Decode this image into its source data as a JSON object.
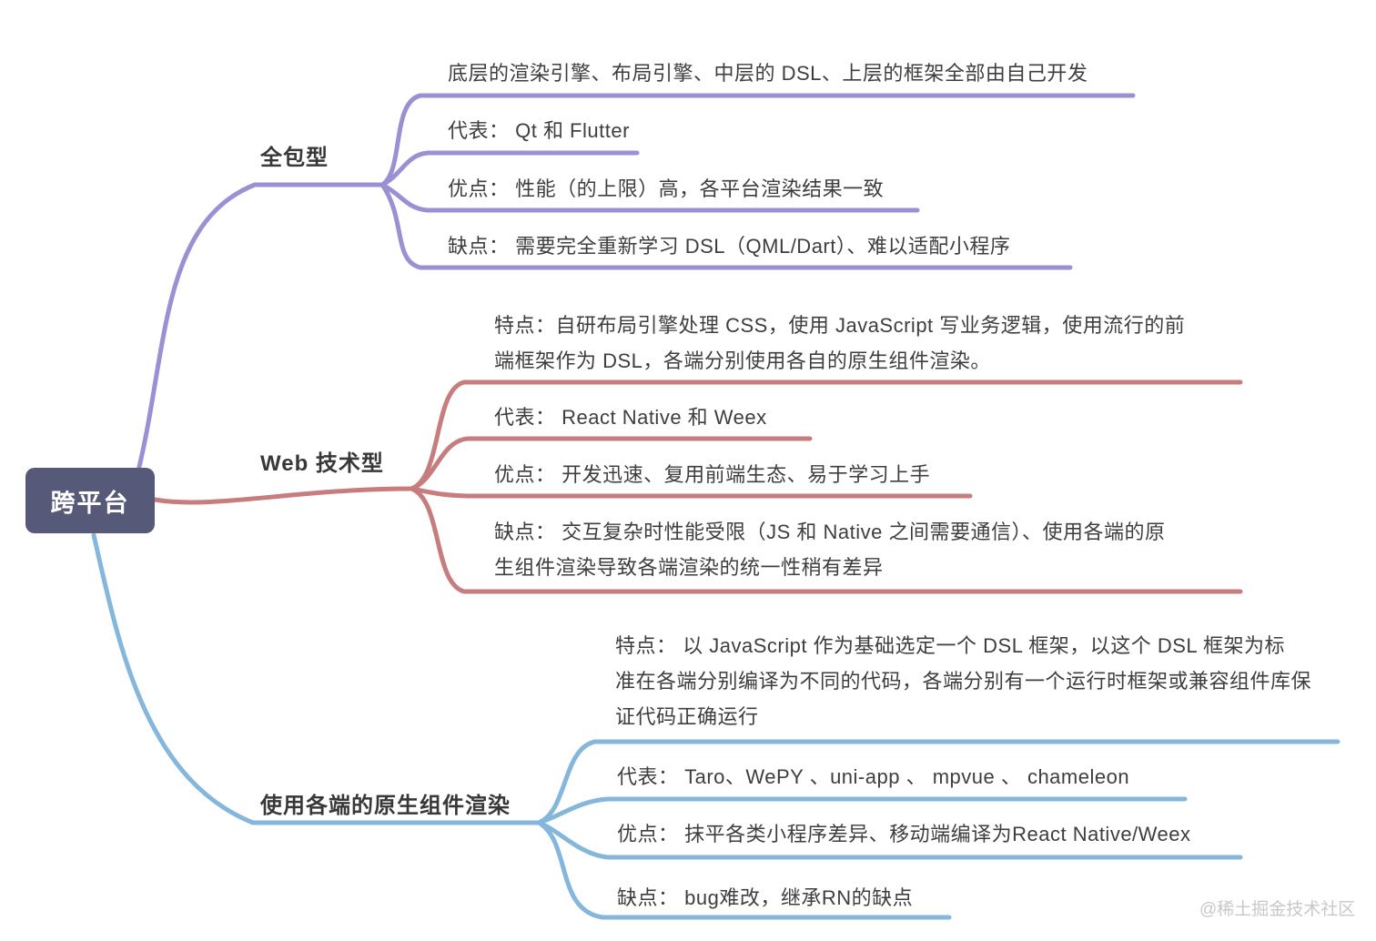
{
  "colors": {
    "purple": "#9a90d4",
    "red": "#c77d7d",
    "blue": "#85b7dc",
    "root_bg": "#565a78",
    "text": "#3e3e3e",
    "watermark": "#c8c8c8"
  },
  "root": {
    "label": "跨平台"
  },
  "branches": [
    {
      "label": "全包型",
      "leaves": [
        {
          "lines": [
            "底层的渲染引擎、布局引擎、中层的 DSL、上层的框架全部由自己开发"
          ]
        },
        {
          "lines": [
            "代表： Qt 和 Flutter"
          ]
        },
        {
          "lines": [
            "优点： 性能（的上限）高，各平台渲染结果一致"
          ]
        },
        {
          "lines": [
            "缺点： 需要完全重新学习 DSL（QML/Dart）、难以适配小程序"
          ]
        }
      ]
    },
    {
      "label": "Web 技术型",
      "leaves": [
        {
          "lines": [
            "特点：自研布局引擎处理 CSS，使用 JavaScript 写业务逻辑，使用流行的前",
            "端框架作为 DSL，各端分别使用各自的原生组件渲染。"
          ]
        },
        {
          "lines": [
            "代表： React Native 和 Weex"
          ]
        },
        {
          "lines": [
            "优点： 开发迅速、复用前端生态、易于学习上手"
          ]
        },
        {
          "lines": [
            "缺点： 交互复杂时性能受限（JS 和 Native 之间需要通信）、使用各端的原",
            "生组件渲染导致各端渲染的统一性稍有差异"
          ]
        }
      ]
    },
    {
      "label": "使用各端的原生组件渲染",
      "leaves": [
        {
          "lines": [
            "特点： 以 JavaScript 作为基础选定一个 DSL 框架，以这个 DSL 框架为标",
            "准在各端分别编译为不同的代码，各端分别有一个运行时框架或兼容组件库保",
            "证代码正确运行"
          ]
        },
        {
          "lines": [
            "代表： Taro、WePY 、uni-app 、 mpvue 、 chameleon"
          ]
        },
        {
          "lines": [
            "优点： 抹平各类小程序差异、移动端编译为React Native/Weex"
          ]
        },
        {
          "lines": [
            "缺点： bug难改，继承RN的缺点"
          ]
        }
      ]
    }
  ],
  "watermark": {
    "label": "@稀土掘金技术社区"
  }
}
